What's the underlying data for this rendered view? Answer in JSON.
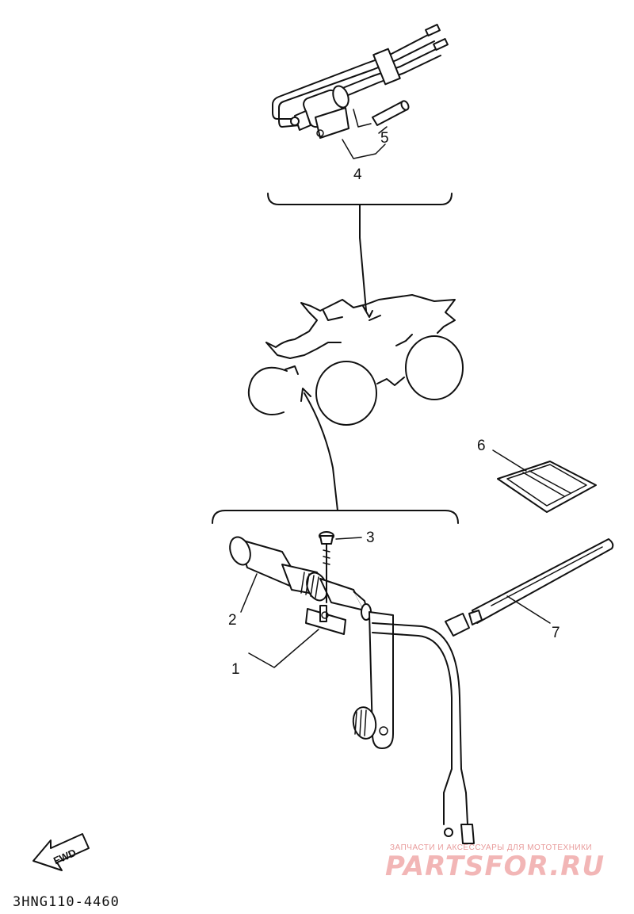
{
  "diagram": {
    "callouts": {
      "c1": "1",
      "c2": "2",
      "c3": "3",
      "c4": "4",
      "c5": "5",
      "c6": "6",
      "c7": "7"
    },
    "fwd_label": "FWD",
    "diagram_code": "3HNG110-4460"
  },
  "watermark": {
    "tagline": "ЗАПЧАСТИ И АКСЕССУАРЫ ДЛЯ МОТОТЕХНИКИ",
    "brand": "PARTSFOR.RU"
  }
}
